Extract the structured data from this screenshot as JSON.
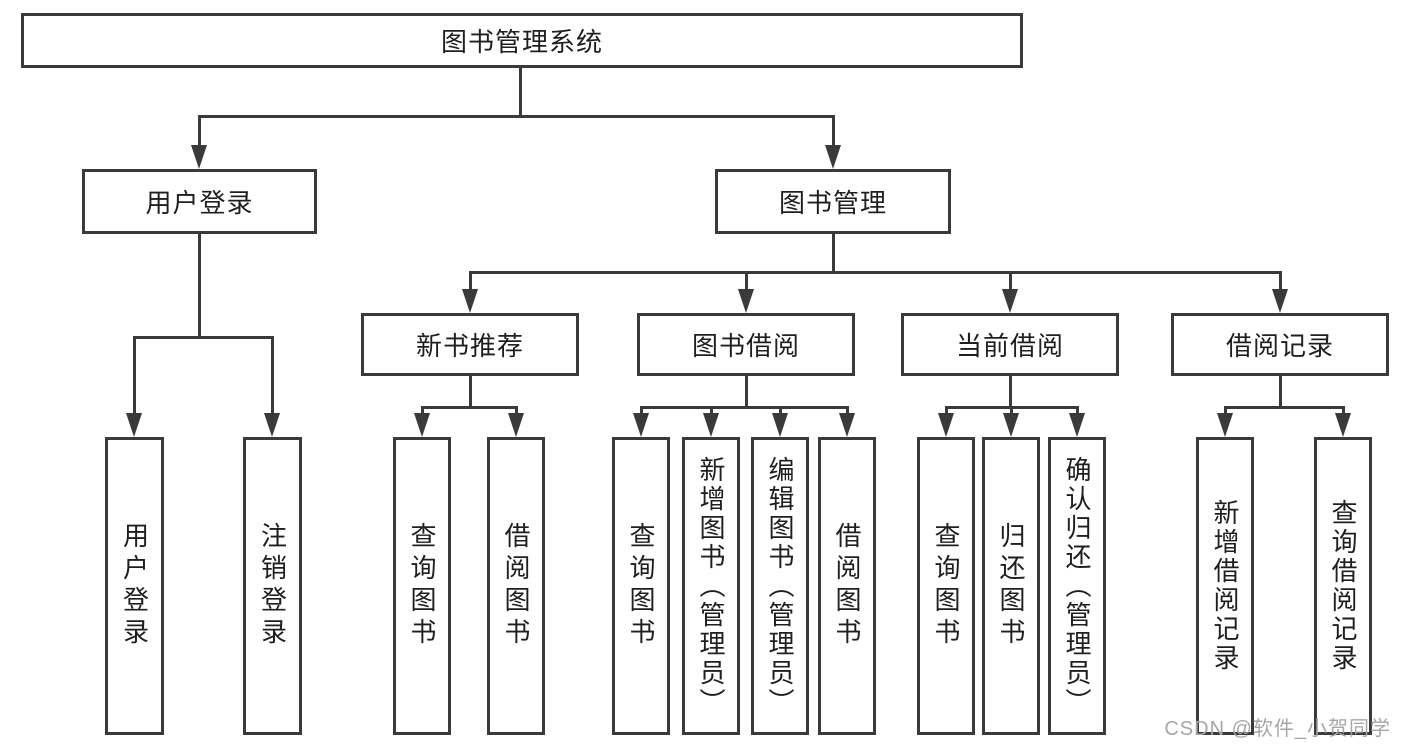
{
  "diagram": {
    "type": "tree",
    "root": {
      "label": "图书管理系统",
      "children": [
        {
          "label": "用户登录",
          "children": [
            {
              "label": "用户登录"
            },
            {
              "label": "注销登录"
            }
          ]
        },
        {
          "label": "图书管理",
          "children": [
            {
              "label": "新书推荐",
              "children": [
                {
                  "label": "查询图书"
                },
                {
                  "label": "借阅图书"
                }
              ]
            },
            {
              "label": "图书借阅",
              "children": [
                {
                  "label": "查询图书"
                },
                {
                  "label": "新增图书（管理员）"
                },
                {
                  "label": "编辑图书（管理员）"
                },
                {
                  "label": "借阅图书"
                }
              ]
            },
            {
              "label": "当前借阅",
              "children": [
                {
                  "label": "查询图书"
                },
                {
                  "label": "归还图书"
                },
                {
                  "label": "确认归还（管理员）"
                }
              ]
            },
            {
              "label": "借阅记录",
              "children": [
                {
                  "label": "新增借阅记录"
                },
                {
                  "label": "查询借阅记录"
                }
              ]
            }
          ]
        }
      ]
    }
  },
  "watermark": {
    "text": "CSDN @软件_小贺同学"
  },
  "colors": {
    "line": "#3a3a3a",
    "text": "#1f1f1f",
    "watermark": "#a6a6a6",
    "background": "#ffffff"
  }
}
